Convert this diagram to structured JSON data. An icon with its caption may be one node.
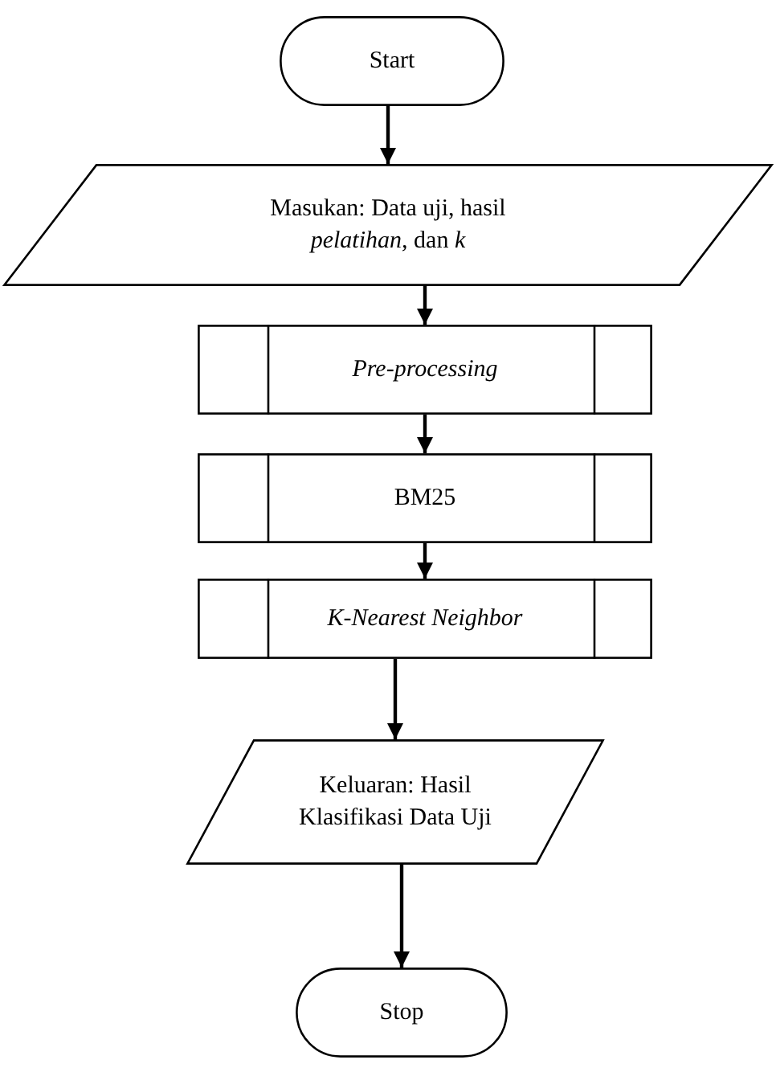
{
  "diagram": {
    "nodes": [
      {
        "text": [
          "Start"
        ]
      },
      {
        "text": [
          "Masukan: Data uji, hasil *pelatihan,* dan *k*"
        ]
      },
      {
        "text": [
          "Pre-processing"
        ]
      },
      {
        "text": [
          "BM25"
        ]
      },
      {
        "text": [
          "K-Nearest Neighbor"
        ]
      },
      {
        "text": [
          "Keluaran: Hasil Klasifikasi Data Uji"
        ]
      },
      {
        "text": [
          "Stop"
        ]
      }
    ],
    "edges": [
      {
        "from": 0,
        "to": 1,
        "arrow": "to"
      },
      {
        "from": 1,
        "to": 2,
        "arrow": "to"
      },
      {
        "from": 2,
        "to": 3,
        "arrow": "to"
      },
      {
        "from": 3,
        "to": 4,
        "arrow": "to"
      },
      {
        "from": 4,
        "to": 5,
        "arrow": "to"
      },
      {
        "from": 5,
        "to": 6,
        "arrow": "to"
      }
    ]
  }
}
